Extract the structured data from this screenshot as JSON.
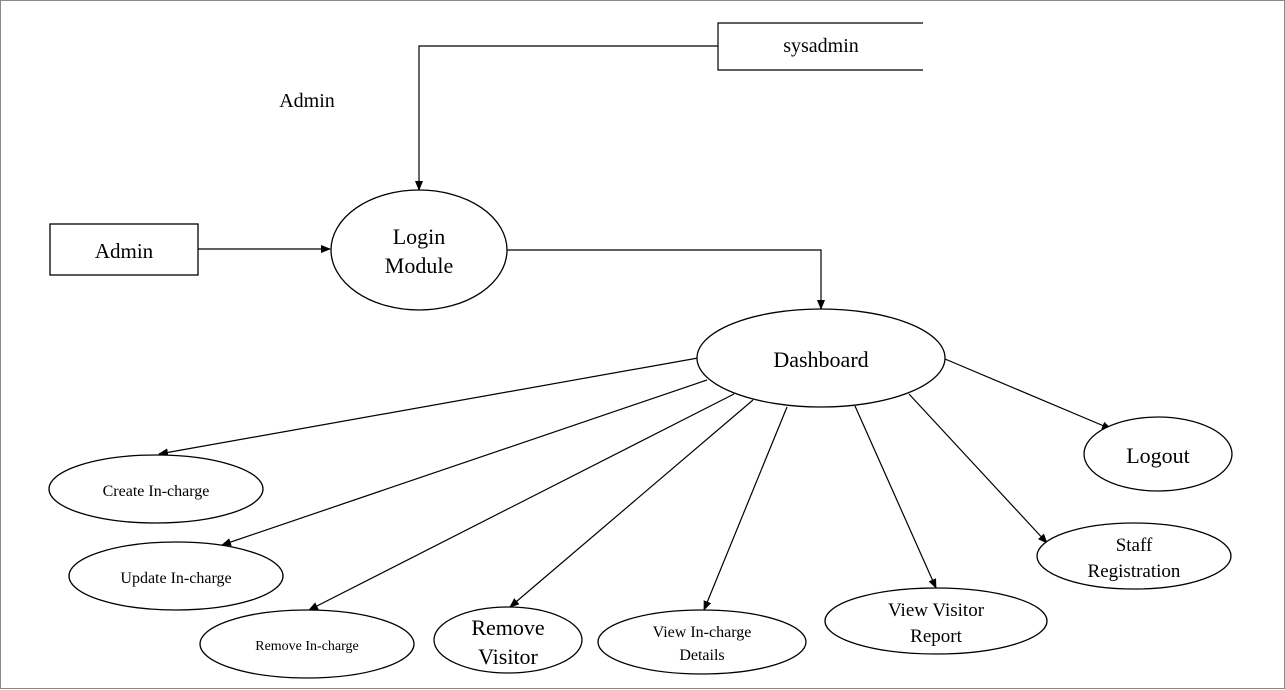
{
  "diagram": {
    "stores": {
      "sysadmin": "sysadmin"
    },
    "floating_label": "Admin",
    "entities": {
      "admin": "Admin"
    },
    "processes": {
      "login": [
        "Login",
        "Module"
      ],
      "dashboard": "Dashboard",
      "logout": "Logout",
      "create_incharge": "Create In-charge",
      "update_incharge": "Update In-charge",
      "remove_incharge": "Remove In-charge",
      "remove_visitor": [
        "Remove",
        "Visitor"
      ],
      "view_incharge_details": [
        "View In-charge",
        "Details"
      ],
      "view_visitor_report": [
        "View Visitor",
        "Report"
      ],
      "staff_registration": [
        "Staff",
        "Registration"
      ]
    }
  }
}
